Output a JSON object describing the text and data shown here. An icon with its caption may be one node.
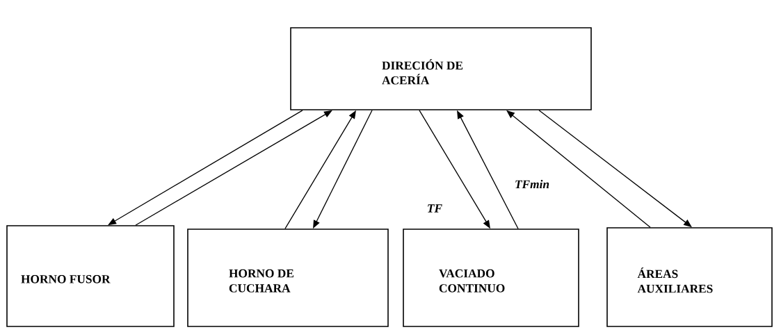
{
  "diagram": {
    "nodes": [
      {
        "text": [
          "DIRECIÓN DE ACERÍA"
        ]
      },
      {
        "text": [
          "HORNO FUSOR"
        ]
      },
      {
        "text": [
          "HORNO DE CUCHARA"
        ]
      },
      {
        "text": [
          "VACIADO CONTINUO"
        ]
      },
      {
        "text": [
          "ÁREAS AUXILIARES"
        ]
      }
    ],
    "edges": [
      {
        "from": 0,
        "to": 1,
        "arrow": "to"
      },
      {
        "from": 1,
        "to": 0,
        "arrow": "to"
      },
      {
        "from": 2,
        "to": 0,
        "arrow": "to"
      },
      {
        "from": 0,
        "to": 2,
        "arrow": "to"
      },
      {
        "from": 0,
        "to": 3,
        "arrow": "to",
        "label": "TF"
      },
      {
        "from": 3,
        "to": 0,
        "arrow": "to",
        "label": "TFmin"
      },
      {
        "from": 4,
        "to": 0,
        "arrow": "to"
      },
      {
        "from": 0,
        "to": 4,
        "arrow": "to"
      }
    ]
  }
}
